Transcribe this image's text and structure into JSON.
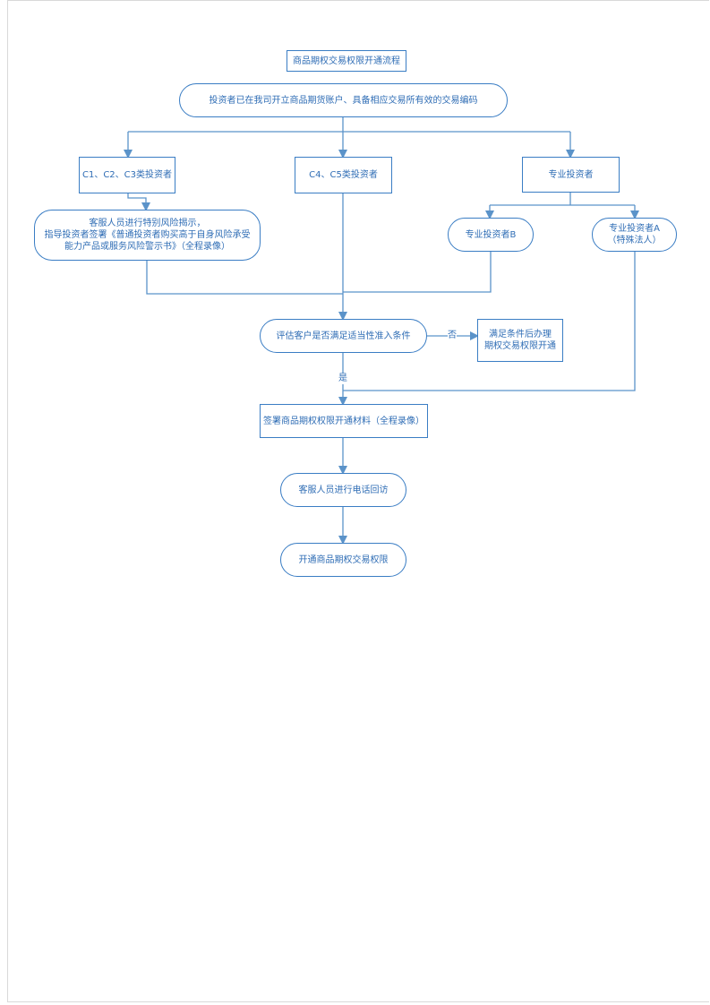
{
  "title": "商品期权交易权限开通流程",
  "nodes": {
    "start": "投资者已在我司开立商品期货账户、具备相应交易所有效的交易编码",
    "c1c3": "C1、C2、C3类投资者",
    "c4c5": "C4、C5类投资者",
    "pro": "专业投资者",
    "risk": "客服人员进行特别风险揭示，\n指导投资者签署《普通投资者购买高于自身风险承受\n能力产品或服务风险警示书》（全程录像）",
    "proB": "专业投资者B",
    "proA": "专业投资者A\n（特殊法人）",
    "assess": "评估客户是否满足适当性准入条件",
    "fail": "满足条件后办理\n期权交易权限开通",
    "sign": "签署商品期权权限开通材料（全程录像）",
    "visit": "客服人员进行电话回访",
    "open": "开通商品期权交易权限"
  },
  "edge_labels": {
    "no": "否",
    "yes": "是"
  },
  "colors": {
    "line": "#5b93c9",
    "text": "#2f6db5",
    "border": "#3a7dc4"
  }
}
